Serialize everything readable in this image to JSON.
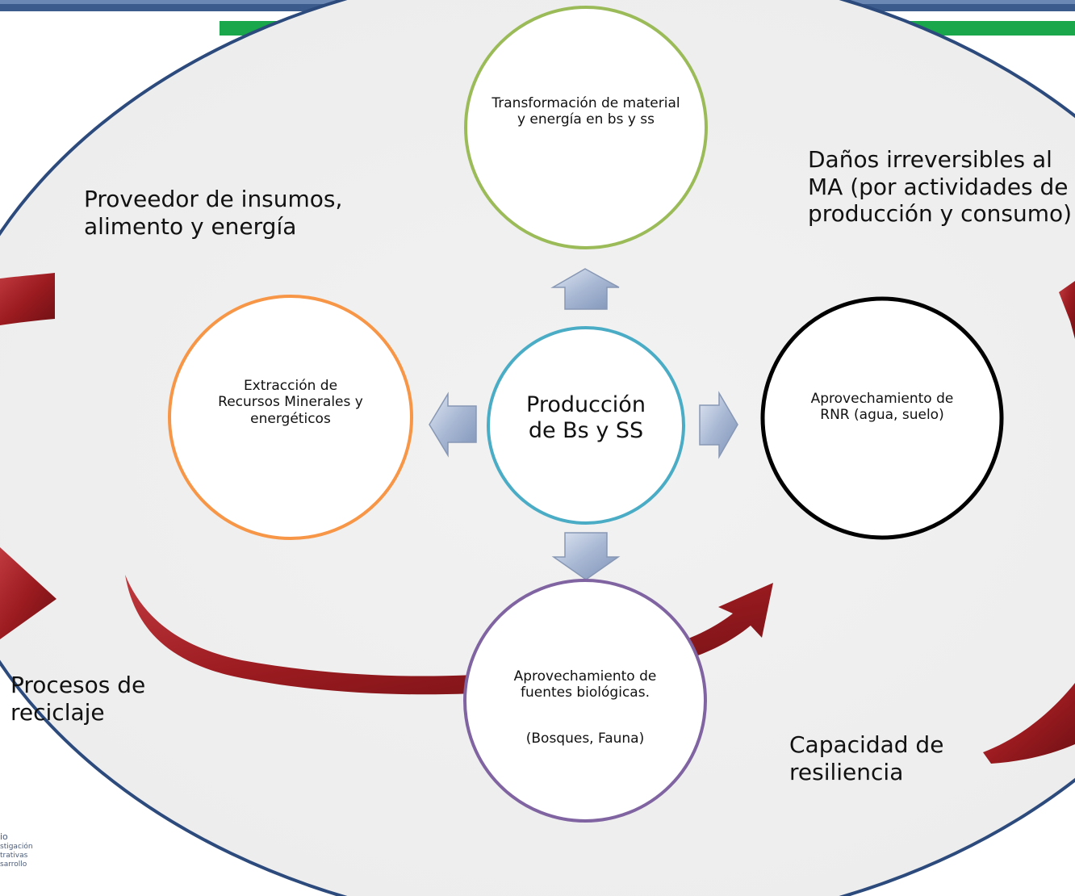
{
  "diagram": {
    "center": "Producción de Bs y SS",
    "nodes": {
      "top": "Transformación de material y energía en bs y ss",
      "left": "Extracción de Recursos Minerales y energéticos",
      "right": "Aprovechamiento de RNR (agua, suelo)",
      "bottom_line1": "Aprovechamiento de fuentes biológicas.",
      "bottom_line2": "(Bosques, Fauna)"
    },
    "outer_labels": {
      "top_left": "Proveedor de insumos, alimento y energía",
      "top_right": "Daños irreversibles al MA (por actividades de producción y consumo)",
      "bottom_left": "Procesos de reciclaje",
      "bottom_right": "Capacidad de resiliencia"
    },
    "logo_lines": [
      "io",
      "stigación",
      "trativas",
      "sarrollo"
    ],
    "colors": {
      "top_circle": "#9bbb59",
      "left_circle": "#f79646",
      "center_circle": "#4bacc6",
      "right_circle": "#000000",
      "bottom_circle": "#8064a2",
      "ellipse": "#2c4a7c",
      "green_bar": "#1aa64a",
      "cycle_arrows": "#a31e22"
    }
  }
}
